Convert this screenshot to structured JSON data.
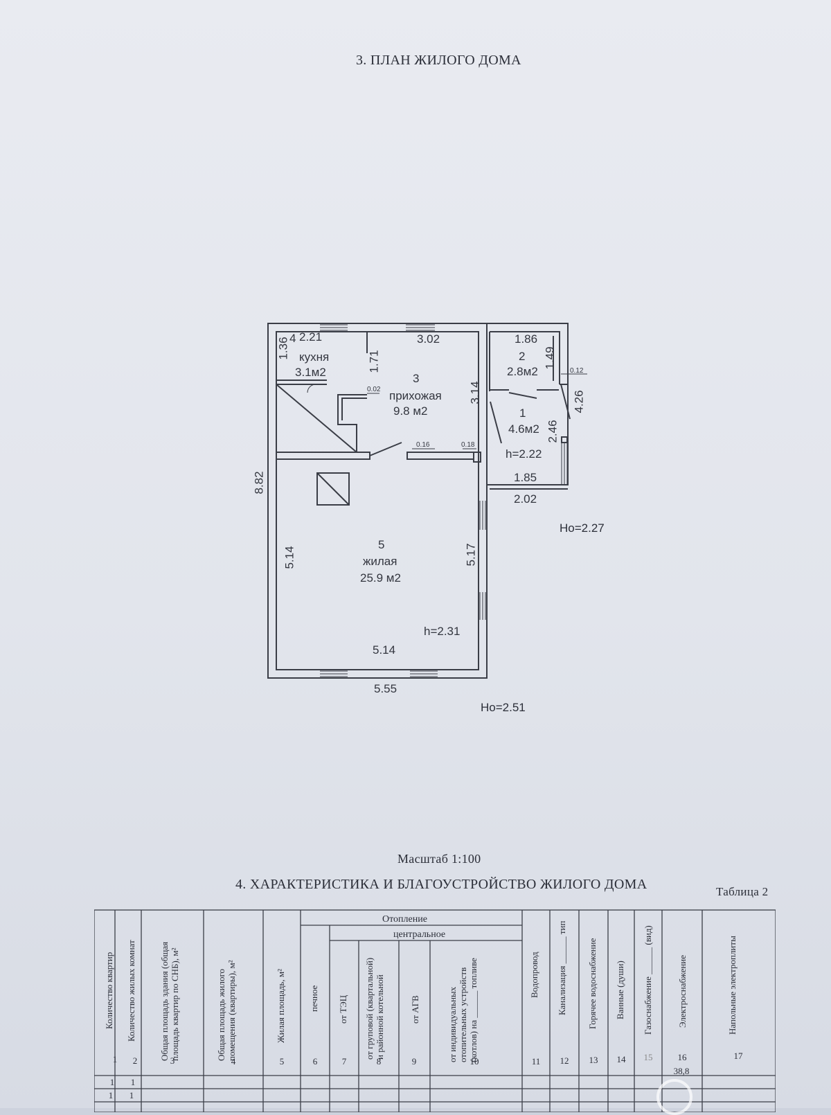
{
  "section3_title": "3. ПЛАН ЖИЛОГО ДОМА",
  "plan": {
    "rooms": [
      {
        "num": "4",
        "name": "кухня",
        "area": "3.1м2"
      },
      {
        "num": "3",
        "name": "прихожая",
        "area": "9.8 м2"
      },
      {
        "num": "2",
        "name": "",
        "area": "2.8м2"
      },
      {
        "num": "1",
        "name": "",
        "area": "4.6м2"
      },
      {
        "num": "5",
        "name": "жилая",
        "area": "25.9 м2"
      }
    ],
    "dims": {
      "d221": "2.21",
      "d302": "3.02",
      "d186": "1.86",
      "d136": "1.36",
      "d171": "1.71",
      "d149": "1.49",
      "d012": "0.12",
      "d002": "0.02",
      "d314": "3.14",
      "d426": "4.26",
      "d246": "2.46",
      "d016": "0.16",
      "d018": "0.18",
      "h222": "h=2.22",
      "d185": "1.85",
      "d202": "2.02",
      "d882": "8.82",
      "d514l": "5.14",
      "d517": "5.17",
      "h231": "h=2.31",
      "d514b": "5.14",
      "d555": "5.55"
    },
    "ho1": "Ho=2.27",
    "ho2": "Ho=2.51"
  },
  "scale": "Масштаб 1:100",
  "section4_title": "4. ХАРАКТЕРИСТИКА И БЛАГОУСТРОЙСТВО ЖИЛОГО ДОМА",
  "table_label": "Таблица 2",
  "table": {
    "group_heating": "Отопление",
    "group_central": "центральное",
    "columns": [
      "Количество квартир",
      "Количество жилых комнат",
      "Общая площадь здания (общая|площадь квартир по СНБ), м²",
      "Общая площадь жилого|помещения (квартиры), м²",
      "Жилая площадь, м²",
      "печное",
      "от ТЭЦ",
      "от груповой (квартальной)|и районной котельной",
      "от АГВ",
      "от индивидуальных|отопительных устройств|(котлов) на ______ топливе",
      "Водопровод",
      "Канализация ______ тип",
      "Горячее водоснабжение",
      "Ванные (души)",
      "Газоснабжение ______ (вид)",
      "Электроснабжение",
      "Напольные электроплиты"
    ],
    "numbers": [
      "1",
      "2",
      "3",
      "4",
      "5",
      "6",
      "7",
      "8",
      "9",
      "10",
      "11",
      "12",
      "13",
      "14",
      "15",
      "16",
      "17"
    ],
    "first_row": [
      "1",
      "1"
    ],
    "second_row": [
      "1",
      "1"
    ],
    "partial_value": "38,8"
  }
}
